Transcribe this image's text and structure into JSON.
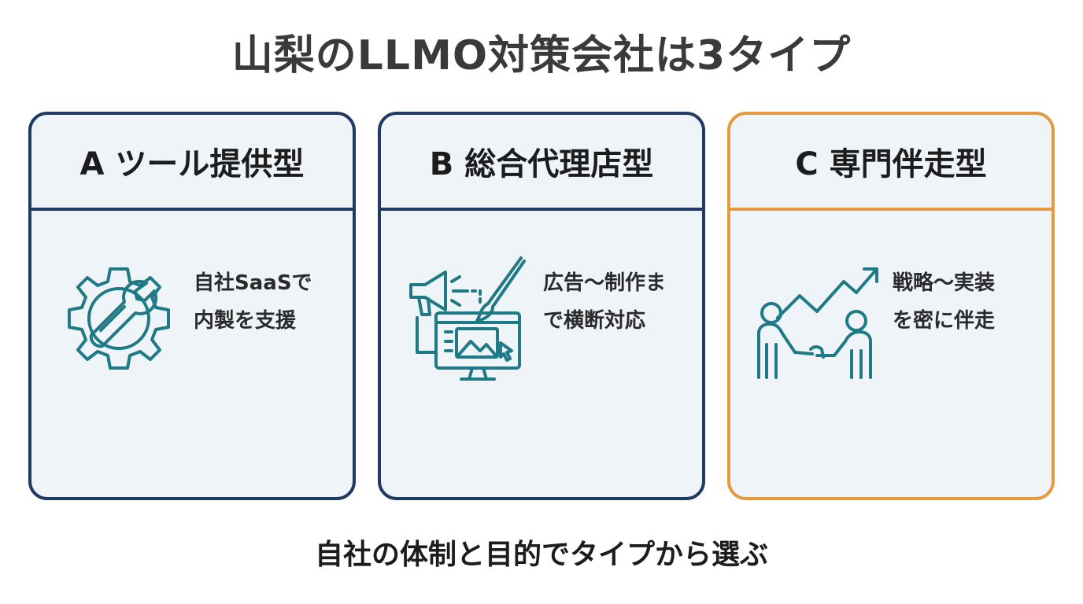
{
  "title": "山梨のLLMO対策会社は3タイプ",
  "cards": [
    {
      "header": "A ツール提供型",
      "desc_line1": "自社SaaSで",
      "desc_line2": "内製を支援",
      "icon": "gear-wrench-icon"
    },
    {
      "header": "B 総合代理店型",
      "desc_line1": "広告〜制作ま",
      "desc_line2": "で横断対応",
      "icon": "megaphone-monitor-icon"
    },
    {
      "header": "C 専門伴走型",
      "desc_line1": "戦略〜実装",
      "desc_line2": "を密に伴走",
      "icon": "handshake-growth-icon"
    }
  ],
  "footer": "自社の体制と目的でタイプから選ぶ",
  "colors": {
    "navy_border": "#1f3a63",
    "orange_border": "#e59a3f",
    "icon_teal": "#1f7a86",
    "card_bg": "#eef4f8"
  }
}
